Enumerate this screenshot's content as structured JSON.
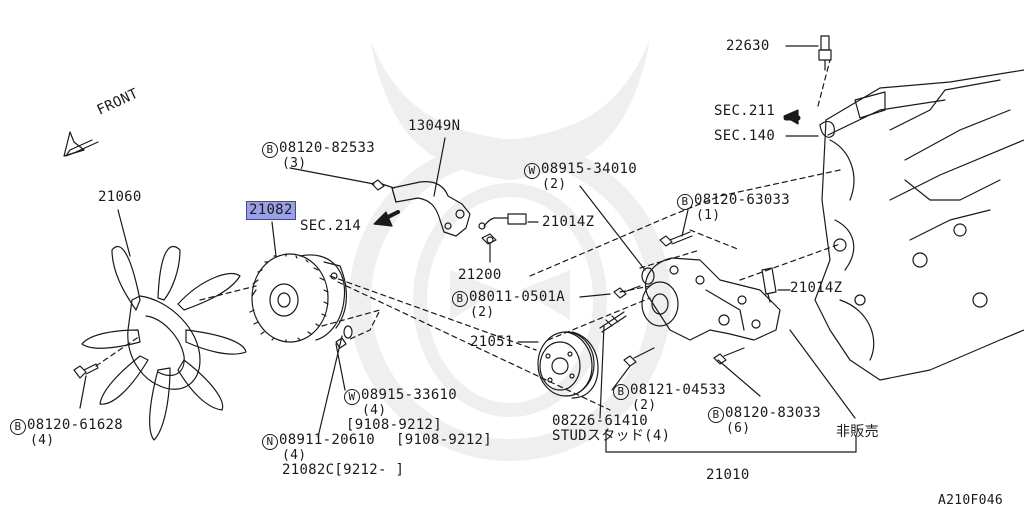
{
  "diagram": {
    "front_label": "FRONT",
    "code": "A210F046",
    "colors": {
      "highlight": "#9aa0e6",
      "ink": "#1a1a1a"
    }
  },
  "labels": {
    "p22630": "22630",
    "sec211": "SEC.211",
    "sec140": "SEC.140",
    "p13049n": "13049N",
    "b08120_82533": "08120-82533",
    "q3": "(3)",
    "w08915_34010": "08915-34010",
    "q2a": "(2)",
    "p21060": "21060",
    "p21082": "21082",
    "sec214": "SEC.214",
    "p21014z_a": "21014Z",
    "b08120_63033": "08120-63033",
    "q1": "(1)",
    "p21200": "21200",
    "p21014z_b": "21014Z",
    "b08011_0501a": "08011-0501A",
    "q2b": "(2)",
    "p21051": "21051",
    "w08915_33610": "08915-33610",
    "q4a": "(4)",
    "range1": "[9108-9212]",
    "b08121_04533": "08121-04533",
    "q2c": "(2)",
    "p08226_61410": "08226-61410",
    "stud": "STUDスタッド(4)",
    "b08120_83033": "08120-83033",
    "q6": "(6)",
    "hanbai": "非販売",
    "b08120_61628": "08120-61628",
    "q4b": "(4)",
    "n08911_20610": "08911-20610",
    "range2": "[9108-9212]",
    "q4c": "(4)",
    "p21082c": "21082C[9212-       ]",
    "p21010": "21010",
    "sym_b": "B",
    "sym_w": "W",
    "sym_n": "N"
  }
}
